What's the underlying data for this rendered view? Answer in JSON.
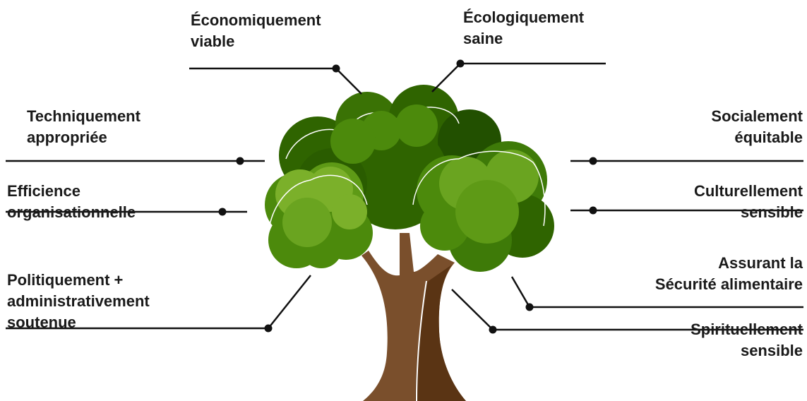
{
  "labels": {
    "economiquement": [
      "Économiquement",
      "viable"
    ],
    "ecologiquement": [
      "Écologiquement",
      "saine"
    ],
    "techniquement": [
      "Techniquement",
      "appropriée"
    ],
    "efficience": [
      "Efficience",
      "organisationnelle"
    ],
    "politiquement": [
      "Politiquement +",
      "administrativement",
      "soutenue"
    ],
    "socialement": [
      "Socialement",
      "équitable"
    ],
    "culturellement": [
      "Culturellement",
      "sensible"
    ],
    "assurant": [
      "Assurant la",
      "Sécurité alimentaire"
    ],
    "spirituellement": [
      "Spirituellement",
      "sensible"
    ]
  },
  "colors": {
    "leaf_dark": "#2f6400",
    "leaf_mid": "#4c8a0c",
    "leaf_light": "#7bb02a",
    "trunk": "#7a4f2c",
    "trunk_dark": "#5a3414",
    "line": "#111111"
  }
}
